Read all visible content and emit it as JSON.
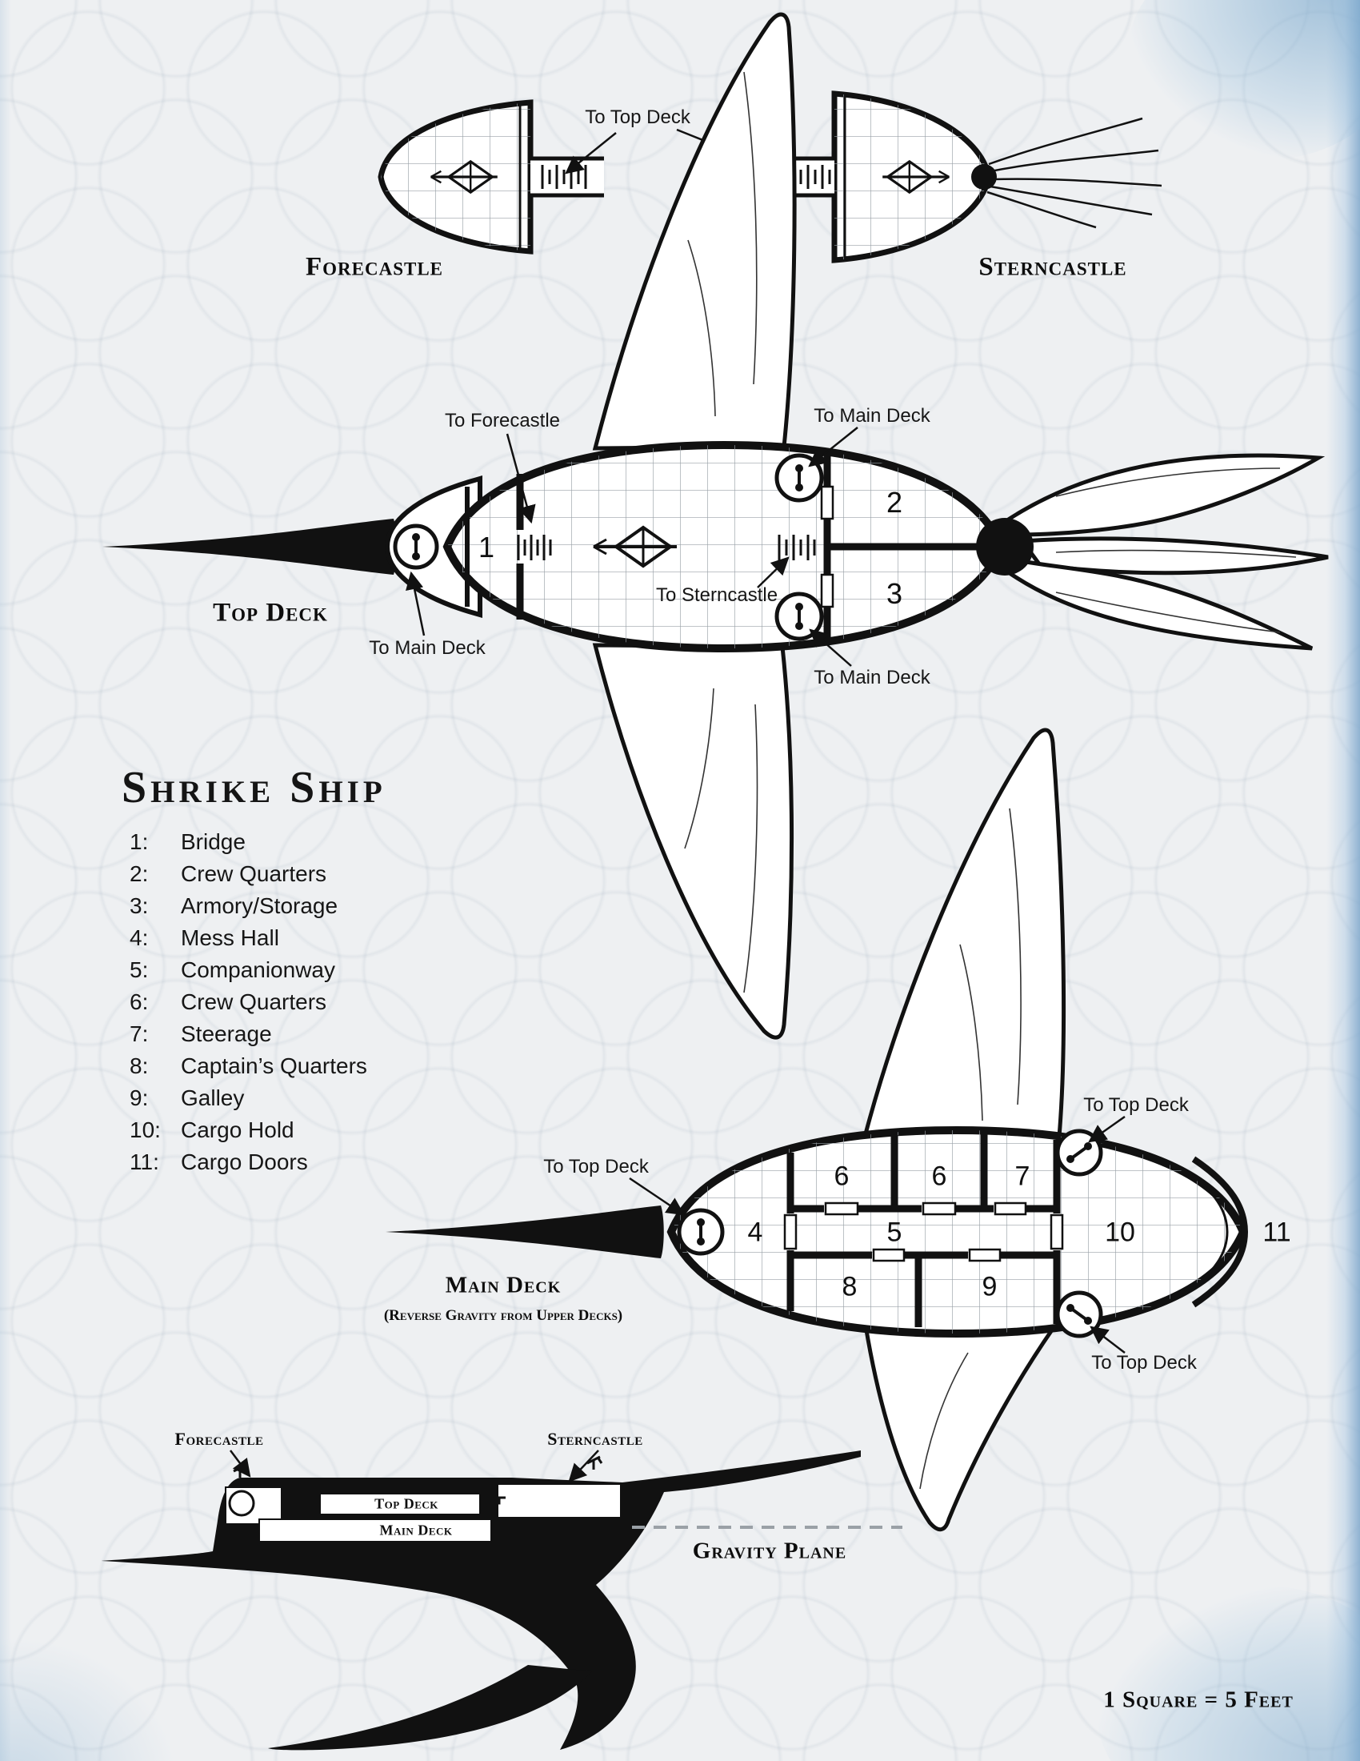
{
  "title": "Shrike Ship",
  "scale_note": "1 Square = 5 Feet",
  "legend": {
    "items": [
      {
        "num": "1:",
        "name": "Bridge"
      },
      {
        "num": "2:",
        "name": "Crew Quarters"
      },
      {
        "num": "3:",
        "name": "Armory/Storage"
      },
      {
        "num": "4:",
        "name": "Mess Hall"
      },
      {
        "num": "5:",
        "name": "Companionway"
      },
      {
        "num": "6:",
        "name": "Crew Quarters"
      },
      {
        "num": "7:",
        "name": "Steerage"
      },
      {
        "num": "8:",
        "name": "Captain’s Quarters"
      },
      {
        "num": "9:",
        "name": "Galley"
      },
      {
        "num": "10:",
        "name": "Cargo Hold"
      },
      {
        "num": "11:",
        "name": "Cargo Doors"
      }
    ]
  },
  "upper_decks": {
    "forecastle_label": "Forecastle",
    "sterncastle_label": "Sterncastle",
    "to_top_deck": "To Top Deck"
  },
  "top_deck": {
    "label": "Top Deck",
    "to_forecastle": "To Forecastle",
    "to_sterncastle": "To Sterncastle",
    "to_main_deck_upper": "To Main Deck",
    "to_main_deck_lower": "To Main Deck",
    "to_main_deck_bow": "To Main Deck",
    "rooms": {
      "r1": "1",
      "r2": "2",
      "r3": "3"
    }
  },
  "main_deck": {
    "label": "Main Deck",
    "sublabel": "(Reverse Gravity from Upper Decks)",
    "to_top_deck_bow": "To Top Deck",
    "to_top_deck_upper": "To Top Deck",
    "to_top_deck_lower": "To Top Deck",
    "rooms": {
      "r4": "4",
      "r5": "5",
      "r6a": "6",
      "r6b": "6",
      "r7": "7",
      "r8": "8",
      "r9": "9",
      "r10": "10",
      "r11": "11"
    }
  },
  "side_view": {
    "forecastle_label": "Forecastle",
    "sterncastle_label": "Sterncastle",
    "top_deck_label": "Top Deck",
    "main_deck_label": "Main Deck",
    "gravity_plane_label": "Gravity Plane"
  }
}
